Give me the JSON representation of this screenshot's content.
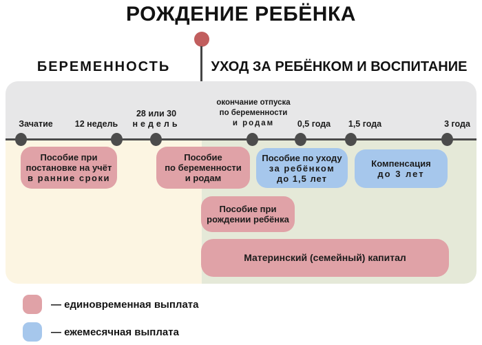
{
  "title": "РОЖДЕНИЕ РЕБЁНКА",
  "sections": {
    "pregnancy": "БЕРЕМЕННОСТЬ",
    "childcare": "УХОД ЗА РЕБЁНКОМ И ВОСПИТАНИЕ"
  },
  "timeline": {
    "milestones": [
      {
        "id": "conception",
        "lines": [
          "Зачатие"
        ]
      },
      {
        "id": "12-weeks",
        "lines": [
          "12 недель"
        ]
      },
      {
        "id": "28-30-weeks",
        "lines": [
          "28 или 30",
          "недель"
        ]
      },
      {
        "id": "maternity-leave-end",
        "lines": [
          "окончание отпуска",
          "по беременности",
          "и родам"
        ]
      },
      {
        "id": "0-5-years",
        "lines": [
          "0,5 года"
        ]
      },
      {
        "id": "1-5-years",
        "lines": [
          "1,5 года"
        ]
      },
      {
        "id": "3-years",
        "lines": [
          "3 года"
        ]
      }
    ]
  },
  "benefits": [
    {
      "id": "early-registration",
      "type": "one-time",
      "lines": [
        "Пособие при",
        "постановке на учёт",
        "в ранние сроки"
      ]
    },
    {
      "id": "maternity",
      "type": "one-time",
      "lines": [
        "Пособие",
        "по беременности",
        "и родам"
      ]
    },
    {
      "id": "childcare-1-5",
      "type": "monthly",
      "lines": [
        "Пособие по уходу",
        "за ребёнком",
        "до 1,5 лет"
      ]
    },
    {
      "id": "compensation-3",
      "type": "monthly",
      "lines": [
        "Компенсация",
        "до 3 лет"
      ]
    },
    {
      "id": "birth-grant",
      "type": "one-time",
      "lines": [
        "Пособие при",
        "рождении ребёнка"
      ]
    },
    {
      "id": "maternal-capital",
      "type": "one-time",
      "lines": [
        "Материнский (семейный) капитал"
      ]
    }
  ],
  "legend": [
    {
      "type": "one-time",
      "color": "#e0a2a7",
      "label": "— единовременная выплата"
    },
    {
      "type": "monthly",
      "color": "#a6c7ec",
      "label": "— ежемесячная выплата"
    }
  ],
  "colors": {
    "one_time_box": "#e0a2a7",
    "monthly_box": "#a6c7ec",
    "birth_marker": "#c15e5e",
    "timeline_axis": "#4a4a4a",
    "timeline_band": "#e7e7e8",
    "pregnancy_bg": "#fcf5e2",
    "childcare_bg": "#e5e9d8"
  }
}
